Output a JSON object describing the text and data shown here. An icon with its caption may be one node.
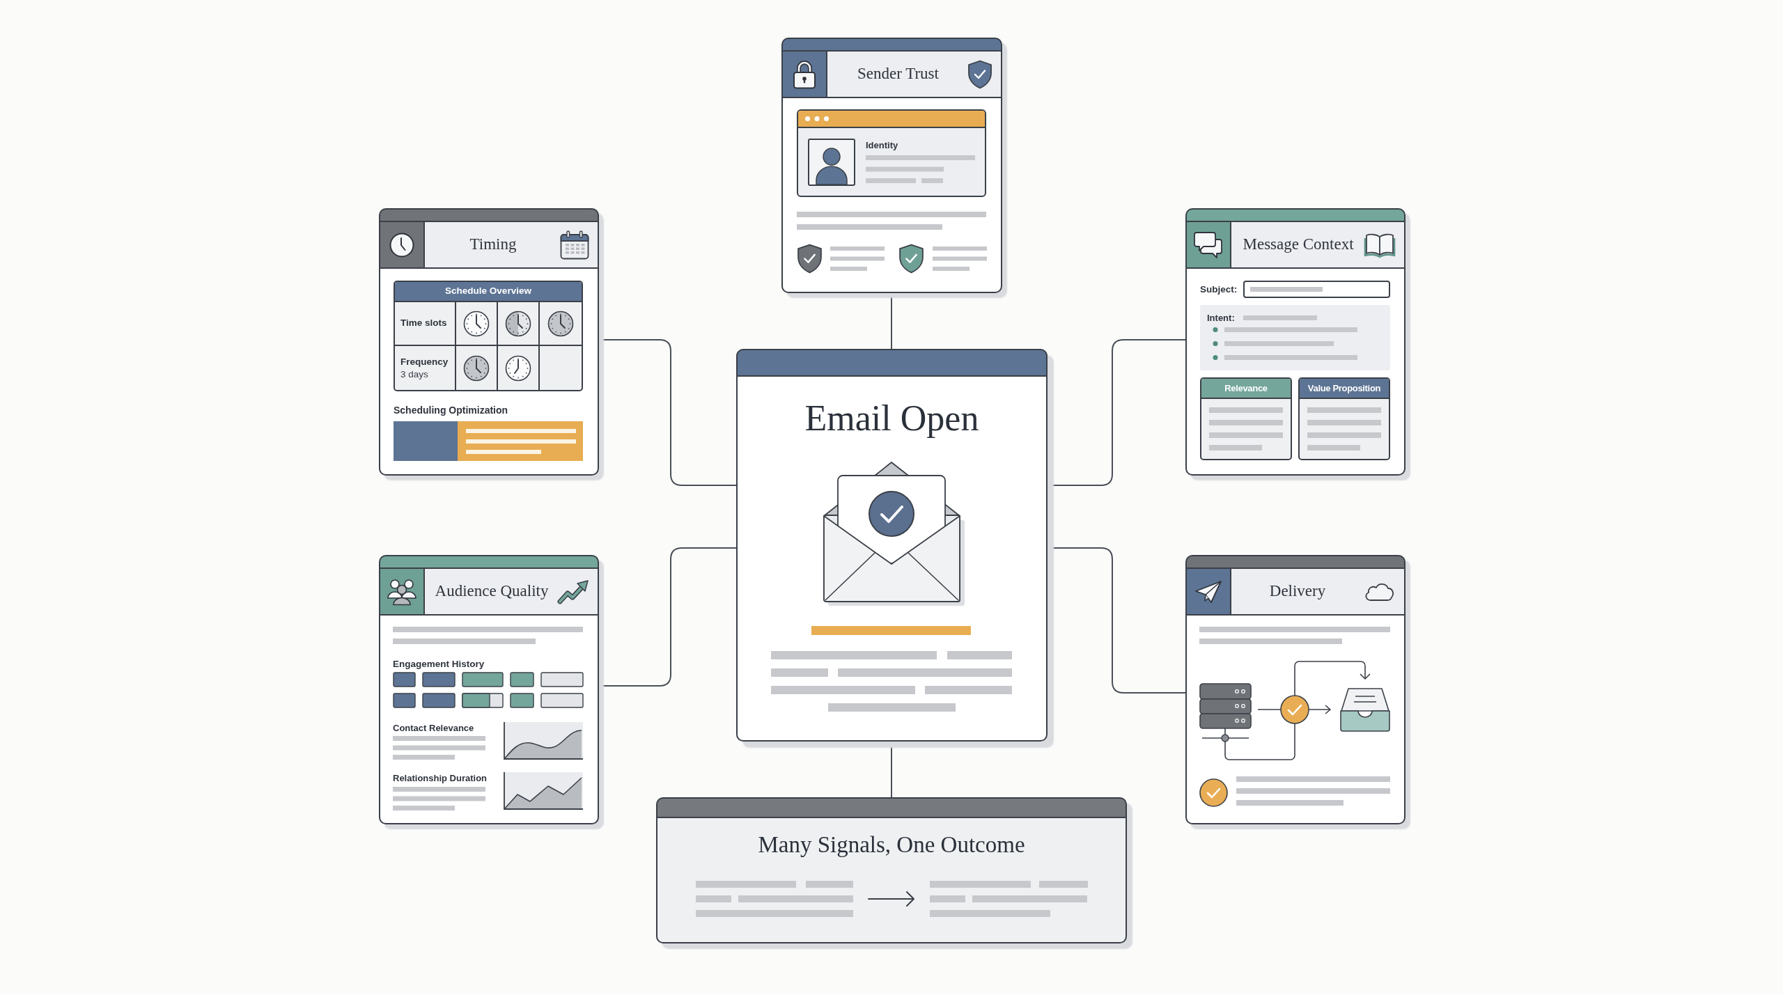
{
  "diagram": {
    "nodes": [
      {
        "text": [
          "Sender Trust"
        ]
      },
      {
        "text": [
          "Identity"
        ],
        "in": 0
      },
      {
        "text": [
          "Timing",
          "Scheduling Optimization"
        ]
      },
      {
        "text": [
          "Schedule Overview",
          "Time slots",
          "Frequency",
          "3 days"
        ],
        "in": 2
      },
      {
        "text": [
          "Message Context",
          "Subject:"
        ]
      },
      {
        "text": [
          "Intent:"
        ],
        "in": 4
      },
      {
        "text": [
          "Relevance"
        ],
        "in": 4
      },
      {
        "text": [
          "Value Proposition"
        ],
        "in": 4
      },
      {
        "text": [
          "Email Open"
        ]
      },
      {
        "text": [
          "Audience Quality",
          "Engagement History",
          "Contact Relevance",
          "Relationship Duration"
        ]
      },
      {
        "text": [
          "Delivery"
        ]
      },
      {
        "text": [
          "Many Signals, One Outcome"
        ]
      }
    ],
    "edges": [
      {
        "from": 0,
        "to": 8,
        "arrow": "none"
      },
      {
        "from": 2,
        "to": 8,
        "arrow": "none"
      },
      {
        "from": 4,
        "to": 8,
        "arrow": "none"
      },
      {
        "from": 9,
        "to": 8,
        "arrow": "none"
      },
      {
        "from": 10,
        "to": 8,
        "arrow": "none"
      },
      {
        "from": 8,
        "to": 11,
        "arrow": "none"
      }
    ]
  }
}
